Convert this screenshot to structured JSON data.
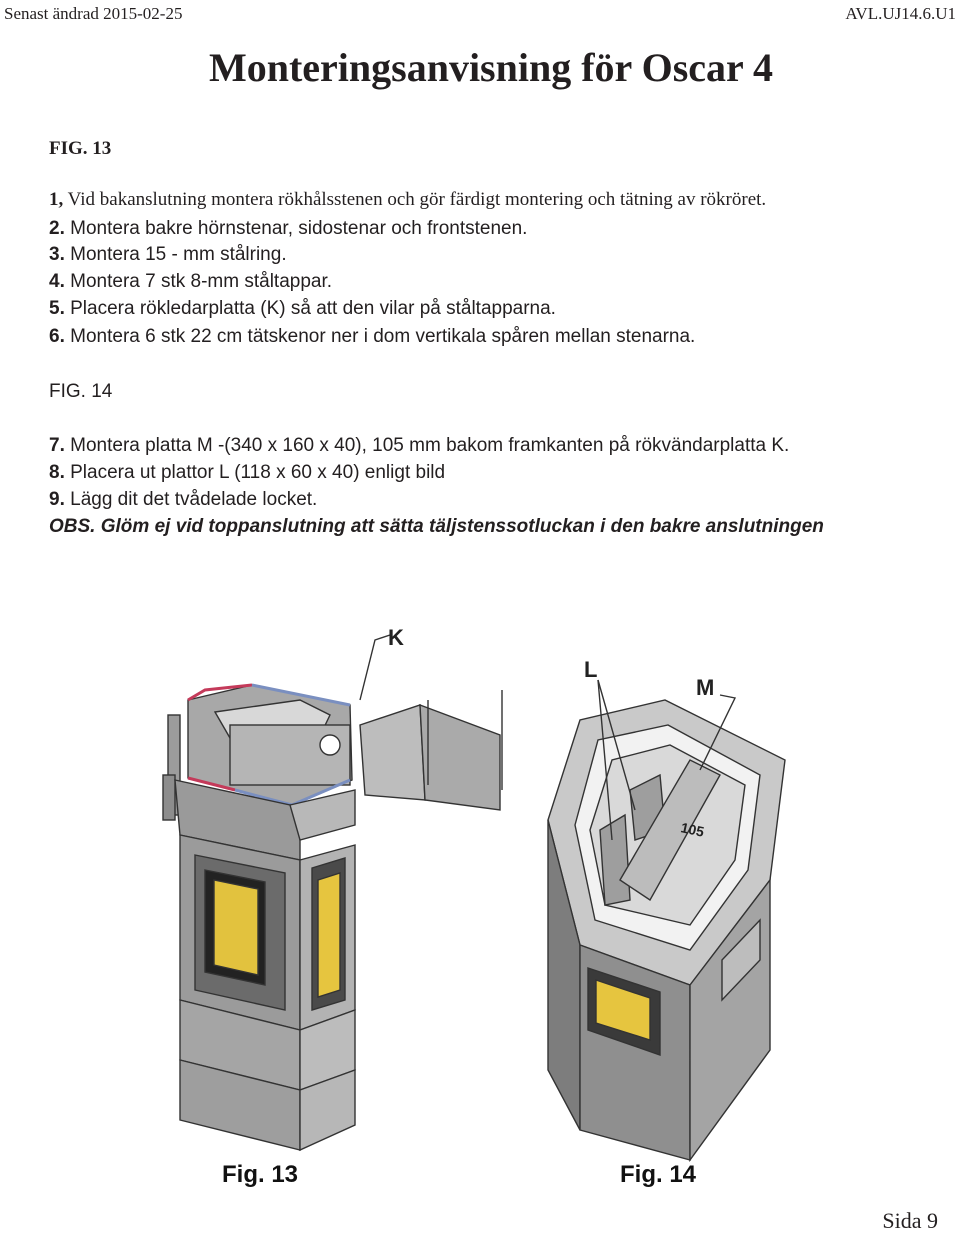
{
  "header": {
    "left": "Senast ändrad 2015-02-25",
    "right": "AVL.UJ14.6.U1"
  },
  "title": "Monteringsanvisning för Oscar 4",
  "fig13": {
    "heading": "FIG. 13",
    "steps": [
      {
        "num": "1,",
        "text": " Vid bakanslutning montera rökhålsstenen och gör färdigt montering och tätning av rökröret."
      },
      {
        "num": "2.",
        "text": " Montera bakre hörnstenar, sidostenar och frontstenen."
      },
      {
        "num": "3.",
        "text": " Montera 15 - mm stålring."
      },
      {
        "num": "4.",
        "text": " Montera 7 stk 8-mm ståltappar."
      },
      {
        "num": "5.",
        "text": " Placera rökledarplatta (K) så att den vilar på ståltapparna."
      },
      {
        "num": "6.",
        "text": " Montera 6 stk 22 cm tätskenor ner i dom vertikala spåren mellan stenarna."
      }
    ]
  },
  "fig14": {
    "heading": "FIG. 14",
    "steps": [
      {
        "num": "7.",
        "text": " Montera platta M -(340 x 160 x 40), 105 mm bakom framkanten på rökvändarplatta K."
      },
      {
        "num": "8.",
        "text": " Placera ut plattor L (118 x 60 x 40) enligt bild"
      },
      {
        "num": "9.",
        "text": " Lägg dit det tvådelade locket."
      }
    ]
  },
  "obs": {
    "label": "OBS.",
    "text": " Glöm ej vid toppanslutning att sätta täljstenssotluckan i den bakre anslutningen"
  },
  "figures": {
    "left_caption": "Fig. 13",
    "right_caption": "Fig. 14",
    "label_k": "K",
    "label_l": "L",
    "label_m": "M",
    "label_105": "105"
  },
  "footer": {
    "page": "Sida 9"
  }
}
